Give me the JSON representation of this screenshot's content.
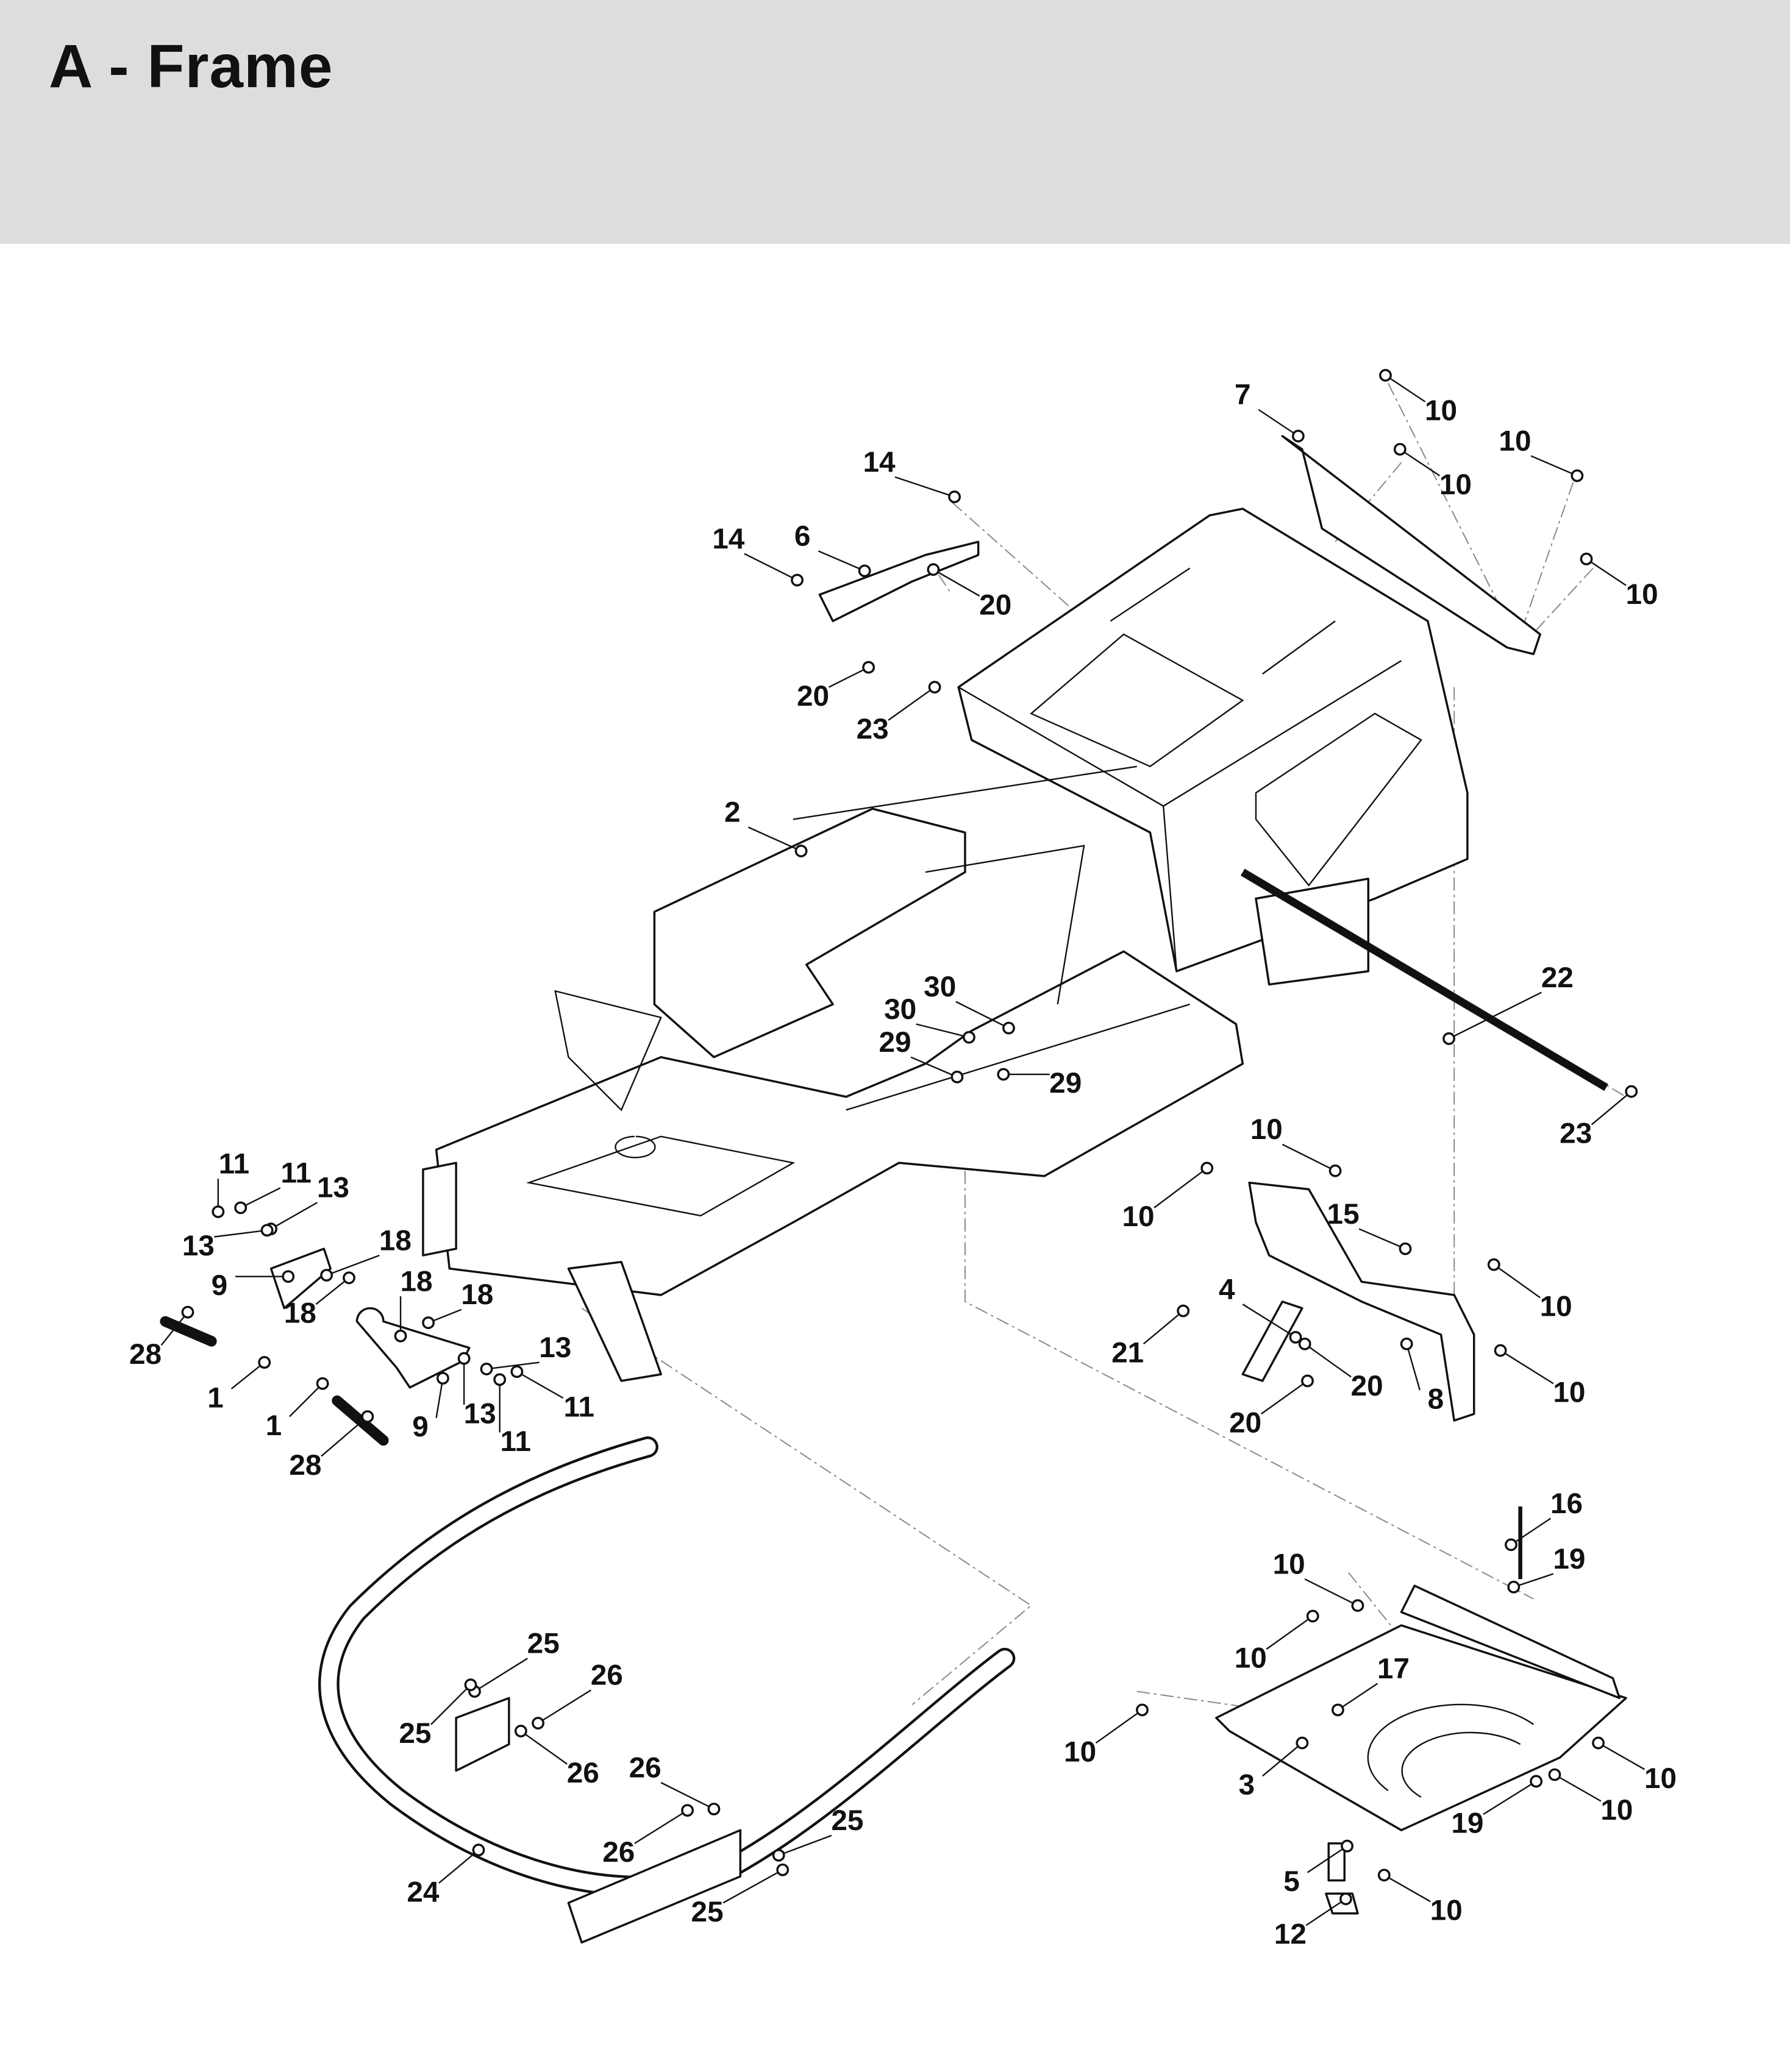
{
  "header": {
    "title": "A - Frame",
    "background_color": "#dcdddc"
  },
  "diagram": {
    "callouts": [
      "10",
      "7",
      "10",
      "10",
      "10",
      "14",
      "14",
      "6",
      "20",
      "20",
      "23",
      "2",
      "22",
      "30",
      "30",
      "29",
      "29",
      "23",
      "10",
      "10",
      "15",
      "11",
      "11",
      "13",
      "13",
      "18",
      "9",
      "18",
      "18",
      "18",
      "4",
      "10",
      "28",
      "13",
      "21",
      "20",
      "1",
      "13",
      "11",
      "8",
      "10",
      "1",
      "9",
      "11",
      "20",
      "28",
      "16",
      "10",
      "19",
      "25",
      "26",
      "10",
      "17",
      "25",
      "26",
      "26",
      "10",
      "10",
      "3",
      "10",
      "25",
      "19",
      "26",
      "24",
      "5",
      "25",
      "10",
      "12"
    ]
  }
}
